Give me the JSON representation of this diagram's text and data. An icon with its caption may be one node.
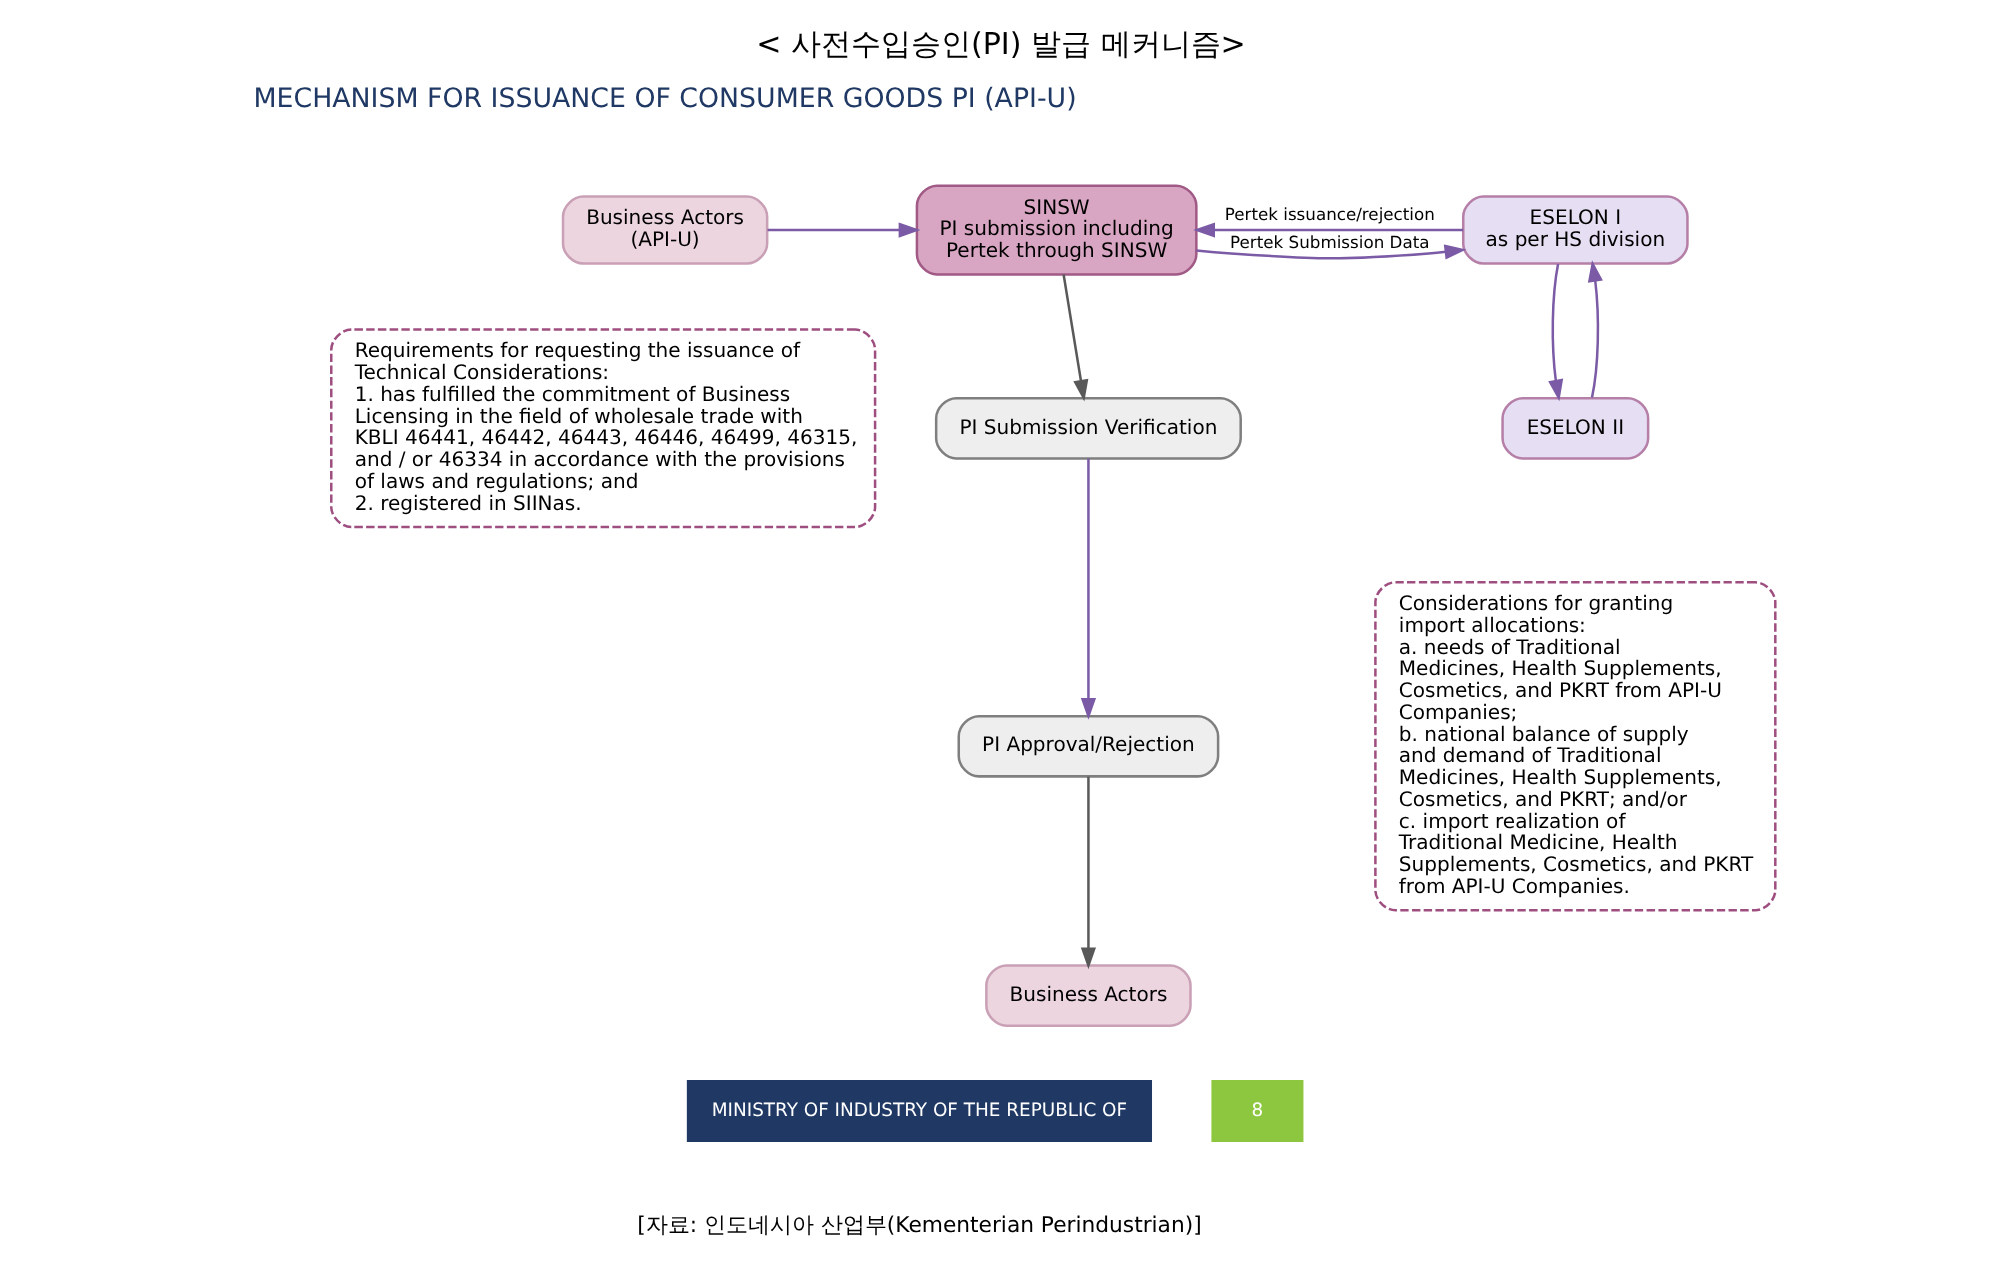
{
  "diagram": {
    "title": "< 사전수입승인(PI) 발급 메커니즘>",
    "caption": "[자료: 인도네시아 산업부(Kementerian Perindustrian)]",
    "nodes": [
      {
        "text": [
          "Business Actors (API-U)"
        ]
      },
      {
        "text": [
          "Requirements for requesting the issuance of Technical Considerations:",
          "1. has fulfilled the commitment of Business Licensing in the field of wholesale trade with KBLI 46441, 46442, 46443, 46446, 46499, 46315, and / or 46334 in accordance with the provisions of laws and regulations; and",
          "2. registered in SIINas."
        ]
      },
      {
        "text": [
          "SINSW",
          "PI submission including Pertek through SINSW"
        ]
      },
      {
        "text": [
          "PI Submission Verification"
        ]
      },
      {
        "text": [
          "PI Approval/Rejection"
        ]
      },
      {
        "text": [
          "Business Actors"
        ]
      },
      {
        "text": [
          "ESELON I",
          "as per HS division"
        ]
      },
      {
        "text": [
          "ESELON II"
        ]
      },
      {
        "text": [
          "Considerations for granting import allocations:",
          "a. needs of Traditional Medicines, Health Supplements, Cosmetics, and PKRT from API-U Companies;",
          "b. national balance of supply and demand of Traditional Medicines, Health Supplements, Cosmetics, and PKRT; and/or",
          "c. import realization of Traditional Medicine, Health Supplements, Cosmetics, and PKRT from API-U Companies."
        ]
      }
    ],
    "edges": [
      {
        "from": 0,
        "to": 2,
        "arrow": "to"
      },
      {
        "from": 2,
        "to": 6,
        "arrow": "to",
        "label": "Pertek Submission Data"
      },
      {
        "from": 6,
        "to": 2,
        "arrow": "to",
        "label": "Pertek issuance/rejection"
      },
      {
        "from": 7,
        "to": 6,
        "arrow": "to"
      },
      {
        "from": 6,
        "to": 7,
        "arrow": "to"
      },
      {
        "from": 2,
        "to": 3,
        "arrow": "to",
        "color": "#595959"
      },
      {
        "from": 3,
        "to": 4,
        "arrow": "to"
      },
      {
        "from": 4,
        "to": 5,
        "arrow": "to",
        "color": "#595959"
      }
    ],
    "labels": [
      "MECHANISM FOR ISSUANCE OF CONSUMER GOODS PI (API-U)",
      "MINISTRY OF INDUSTRY OF THE REPUBLIC OF",
      "8"
    ]
  }
}
